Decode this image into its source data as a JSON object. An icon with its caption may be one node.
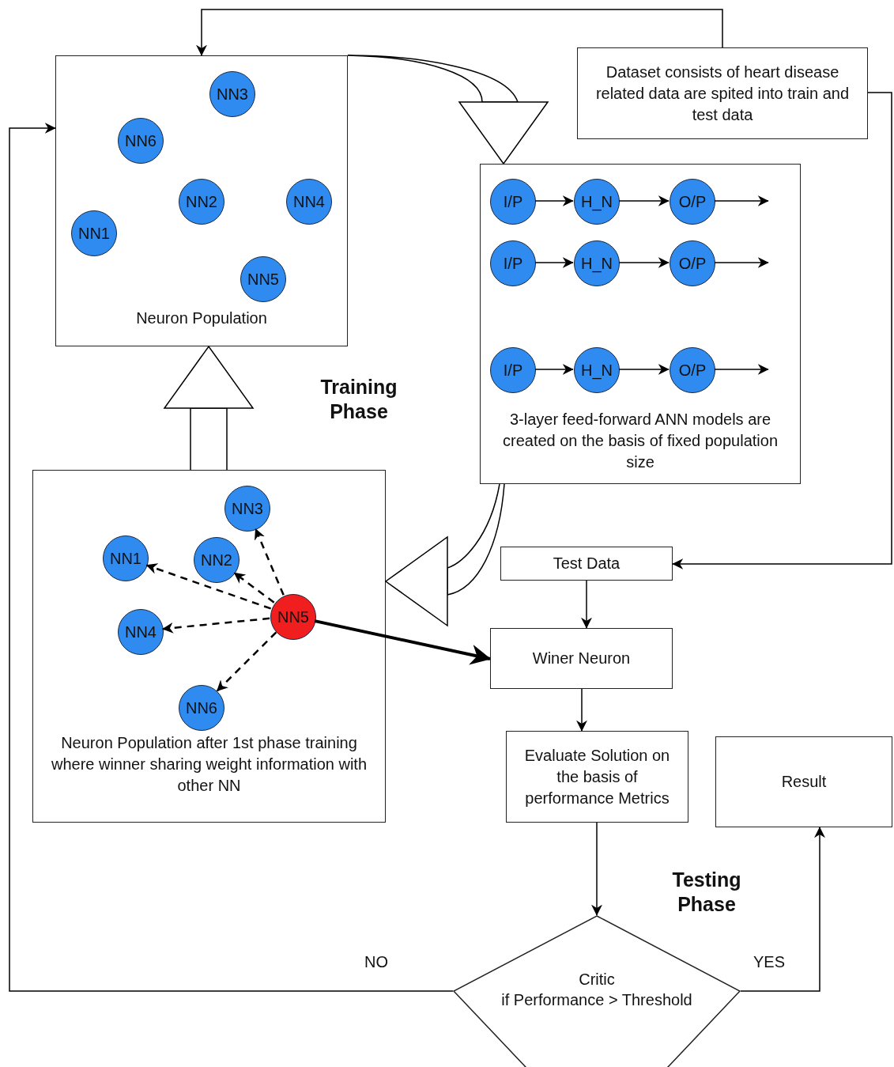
{
  "diagram": {
    "nodes": [
      {
        "text": [
          "Neuron Population"
        ]
      },
      {
        "text": [
          "NN3"
        ],
        "in": 0
      },
      {
        "text": [
          "NN6"
        ],
        "in": 0
      },
      {
        "text": [
          "NN2"
        ],
        "in": 0
      },
      {
        "text": [
          "NN4"
        ],
        "in": 0
      },
      {
        "text": [
          "NN1"
        ],
        "in": 0
      },
      {
        "text": [
          "NN5"
        ],
        "in": 0
      },
      {
        "text": [
          "Dataset consists of heart disease related data are spited into train and test data"
        ]
      },
      {
        "text": [
          "3-layer feed-forward ANN models are created on the basis of fixed population size"
        ]
      },
      {
        "text": [
          "I/P"
        ],
        "in": 8
      },
      {
        "text": [
          "H_N"
        ],
        "in": 8
      },
      {
        "text": [
          "O/P"
        ],
        "in": 8
      },
      {
        "text": [
          "I/P"
        ],
        "in": 8
      },
      {
        "text": [
          "H_N"
        ],
        "in": 8
      },
      {
        "text": [
          "O/P"
        ],
        "in": 8
      },
      {
        "text": [
          "I/P"
        ],
        "in": 8
      },
      {
        "text": [
          "H_N"
        ],
        "in": 8
      },
      {
        "text": [
          "O/P"
        ],
        "in": 8
      },
      {
        "text": [
          "Neuron Population after 1st phase training where winner sharing weight information with other NN"
        ]
      },
      {
        "text": [
          "NN3"
        ],
        "in": 18
      },
      {
        "text": [
          "NN1"
        ],
        "in": 18
      },
      {
        "text": [
          "NN2"
        ],
        "in": 18
      },
      {
        "text": [
          "NN5"
        ],
        "in": 18
      },
      {
        "text": [
          "NN4"
        ],
        "in": 18
      },
      {
        "text": [
          "NN6"
        ],
        "in": 18
      },
      {
        "text": [
          "Test Data"
        ]
      },
      {
        "text": [
          "Winer Neuron"
        ]
      },
      {
        "text": [
          "Evaluate Solution on the basis of performance Metrics"
        ]
      },
      {
        "text": [
          "Result"
        ]
      },
      {
        "text": [
          "Critic",
          "if Performance > Threshold"
        ]
      }
    ],
    "edges": [
      {
        "from": 7,
        "to": 0,
        "arrow": "to"
      },
      {
        "from": 7,
        "to": 25,
        "arrow": "to"
      },
      {
        "from": 0,
        "to": 8,
        "arrow": "to"
      },
      {
        "from": 8,
        "to": 18,
        "arrow": "to"
      },
      {
        "from": 18,
        "to": 0,
        "arrow": "to"
      },
      {
        "from": 9,
        "to": 10,
        "arrow": "to"
      },
      {
        "from": 10,
        "to": 11,
        "arrow": "to"
      },
      {
        "from": 11,
        "to": null,
        "arrow": "to"
      },
      {
        "from": 12,
        "to": 13,
        "arrow": "to"
      },
      {
        "from": 13,
        "to": 14,
        "arrow": "to"
      },
      {
        "from": 14,
        "to": null,
        "arrow": "to"
      },
      {
        "from": 15,
        "to": 16,
        "arrow": "to"
      },
      {
        "from": 16,
        "to": 17,
        "arrow": "to"
      },
      {
        "from": 17,
        "to": null,
        "arrow": "to"
      },
      {
        "from": 22,
        "to": 19,
        "arrow": "to",
        "style": "dashed"
      },
      {
        "from": 22,
        "to": 21,
        "arrow": "to",
        "style": "dashed"
      },
      {
        "from": 22,
        "to": 20,
        "arrow": "to",
        "style": "dashed"
      },
      {
        "from": 22,
        "to": 23,
        "arrow": "to",
        "style": "dashed"
      },
      {
        "from": 22,
        "to": 24,
        "arrow": "to",
        "style": "dashed"
      },
      {
        "from": 22,
        "to": 26,
        "arrow": "to",
        "style": "thick"
      },
      {
        "from": 25,
        "to": 26,
        "arrow": "to"
      },
      {
        "from": 26,
        "to": 27,
        "arrow": "to"
      },
      {
        "from": 27,
        "to": 29,
        "arrow": "to"
      },
      {
        "from": 29,
        "to": 28,
        "arrow": "to",
        "label": "YES"
      },
      {
        "from": 29,
        "to": 0,
        "arrow": "to",
        "label": "NO"
      }
    ],
    "labels": [
      "Training Phase",
      "Testing Phase"
    ]
  }
}
